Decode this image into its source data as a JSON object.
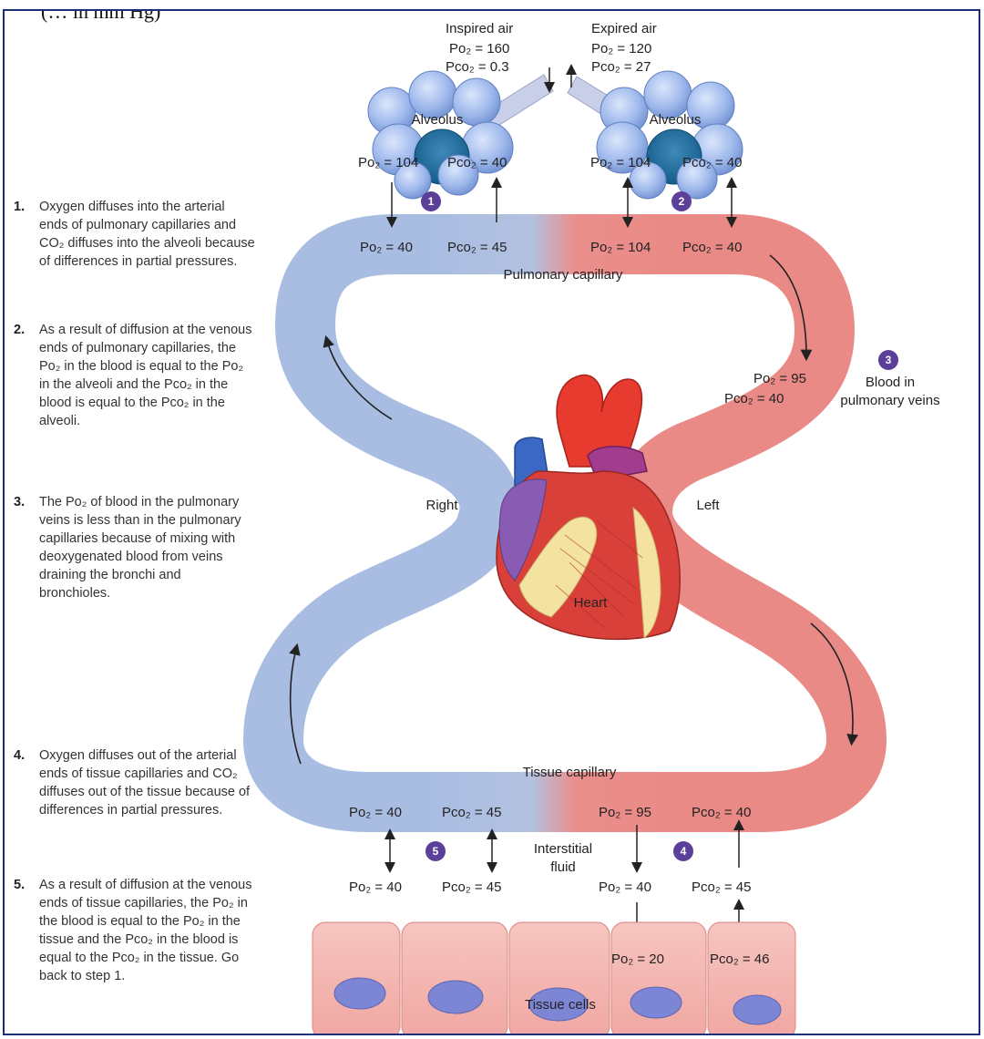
{
  "header": {
    "cut_text": "(… in mm Hg)"
  },
  "air": {
    "inspired": {
      "title": "Inspired air",
      "po2": "Po₂ = 160",
      "pco2": "Pco₂ = 0.3"
    },
    "expired": {
      "title": "Expired air",
      "po2": "Po₂ = 120",
      "pco2": "Pco₂ = 27"
    }
  },
  "alveolus_left": {
    "label": "Alveolus",
    "po2": "Po₂ = 104",
    "pco2": "Pco₂ = 40"
  },
  "alveolus_right": {
    "label": "Alveolus",
    "po2": "Po₂ = 104",
    "pco2": "Pco₂ = 40"
  },
  "pulmonary_capillary": {
    "label": "Pulmonary capillary",
    "left_po2": "Po₂ = 40",
    "left_pco2": "Pco₂ = 45",
    "right_po2": "Po₂ = 104",
    "right_pco2": "Pco₂ = 40"
  },
  "pulmonary_veins": {
    "po2": "Po₂ = 95",
    "pco2": "Pco₂ = 40",
    "label_line1": "Blood in",
    "label_line2": "pulmonary veins"
  },
  "heart": {
    "label": "Heart",
    "right": "Right",
    "left": "Left"
  },
  "tissue_capillary": {
    "label": "Tissue capillary",
    "left_po2": "Po₂ = 40",
    "left_pco2": "Pco₂ = 45",
    "right_po2": "Po₂ = 95",
    "right_pco2": "Pco₂ = 40"
  },
  "interstitial": {
    "label_line1": "Interstitial",
    "label_line2": "fluid",
    "left_po2": "Po₂ = 40",
    "left_pco2": "Pco₂ = 45",
    "right_po2": "Po₂ = 40",
    "right_pco2": "Pco₂ = 45"
  },
  "tissue_cells": {
    "label": "Tissue cells",
    "po2": "Po₂ = 20",
    "pco2": "Pco₂ = 46"
  },
  "badges": [
    "1",
    "2",
    "3",
    "4",
    "5"
  ],
  "steps": [
    {
      "num": "1.",
      "text": "Oxygen diffuses into the arterial ends of pulmonary capillaries and CO₂ diffuses into the alveoli because of differences in partial pressures."
    },
    {
      "num": "2.",
      "text": "As a result of diffusion at the venous ends of pulmonary capillaries, the Po₂ in the blood is equal to the Po₂ in the alveoli and the Pco₂ in the blood is equal to the Pco₂ in the alveoli."
    },
    {
      "num": "3.",
      "text": "The Po₂ of blood in the pulmonary veins is less than in the pulmonary capillaries because of mixing with deoxygenated blood from veins draining the bronchi and bronchioles."
    },
    {
      "num": "4.",
      "text": "Oxygen diffuses out of the arterial ends of tissue capillaries and CO₂ diffuses out of the tissue because of differences in partial pressures."
    },
    {
      "num": "5.",
      "text": "As a result of diffusion at the venous ends of tissue capillaries, the Po₂ in the blood  is equal to the Po₂ in the tissue and the Pco₂ in the blood is equal to the Pco₂ in the tissue. Go back to step 1."
    }
  ],
  "colors": {
    "venous_blue": "#a9bde3",
    "arterial_red": "#e98a86",
    "badge": "#5b3f98",
    "alveolus": "#8fb0e6",
    "frame": "#1d2f7a"
  }
}
